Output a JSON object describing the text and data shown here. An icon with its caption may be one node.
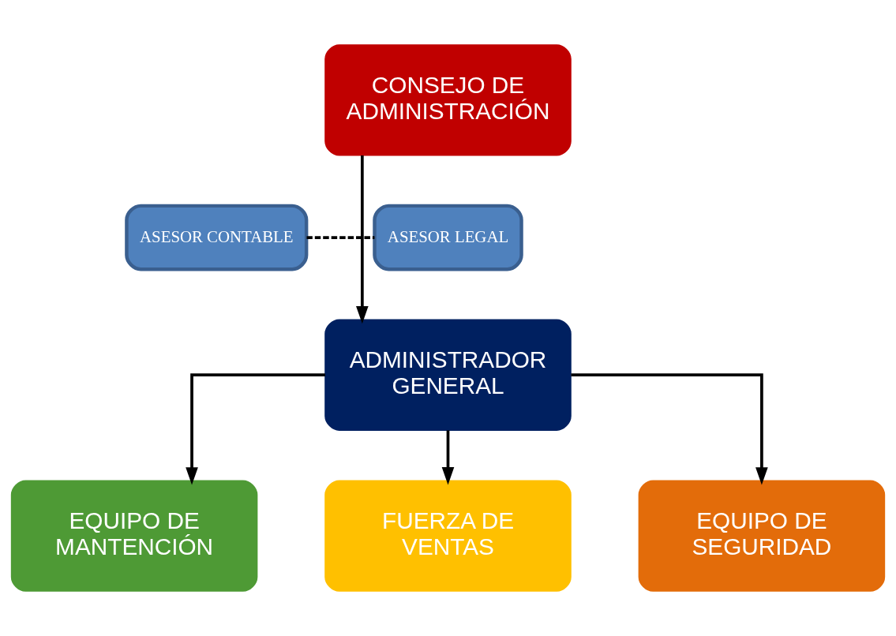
{
  "diagram": {
    "nodes": [
      {
        "text": [
          "CONSEJO DE ADMINISTRACIÓN"
        ]
      },
      {
        "text": [
          "ASESOR CONTABLE"
        ]
      },
      {
        "text": [
          "ASESOR LEGAL"
        ]
      },
      {
        "text": [
          "ADMINISTRADOR GENERAL"
        ]
      },
      {
        "text": [
          "EQUIPO DE MANTENCIÓN"
        ]
      },
      {
        "text": [
          "FUERZA DE VENTAS"
        ]
      },
      {
        "text": [
          "EQUIPO DE SEGURIDAD"
        ]
      }
    ],
    "edges": [
      {
        "from": 0,
        "to": 3,
        "arrow": "to"
      },
      {
        "from": 1,
        "to": 2,
        "arrow": "none",
        "style": "dashed"
      },
      {
        "from": 3,
        "to": 4,
        "arrow": "to"
      },
      {
        "from": 3,
        "to": 5,
        "arrow": "to"
      },
      {
        "from": 3,
        "to": 6,
        "arrow": "to"
      }
    ]
  }
}
